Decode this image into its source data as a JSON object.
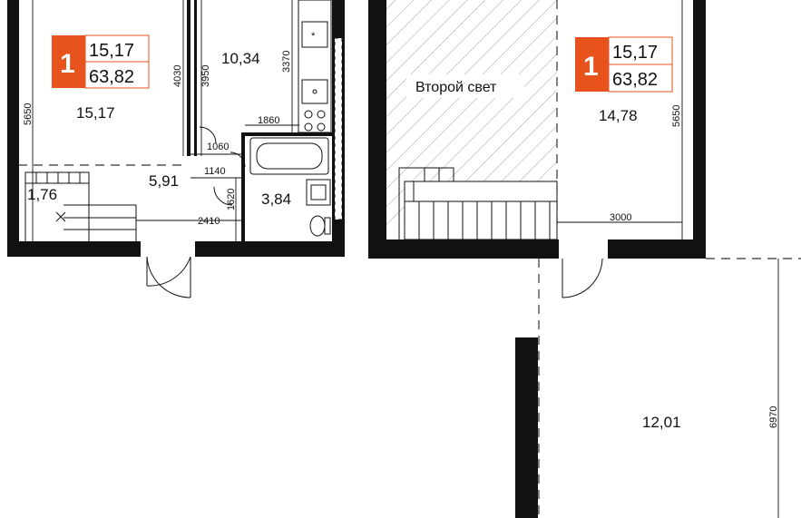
{
  "colors": {
    "accent": "#e8521c",
    "wall": "#111111",
    "accent_border": "#e8521c"
  },
  "left_plan": {
    "badge": {
      "rooms": "1",
      "living_area": "15,17",
      "total_area": "63,82"
    },
    "rooms": {
      "living_room": "15,17",
      "kitchen": "10,34",
      "corridor": "5,91",
      "bathroom": "3,84",
      "stair_room": "1,76"
    },
    "dims": {
      "d5650": "5650",
      "d4030": "4030",
      "d3950": "3950",
      "d3370": "3370",
      "d1860": "1860",
      "d1060": "1060",
      "d1140": "1140",
      "d1620": "1620",
      "d2410": "2410"
    },
    "stove_mark": "*"
  },
  "right_plan": {
    "badge": {
      "rooms": "1",
      "living_area": "15,17",
      "total_area": "63,82"
    },
    "rooms": {
      "bedroom": "14,78",
      "terrace": "12,01"
    },
    "second_light": "Второй свет",
    "dims": {
      "d5650": "5650",
      "d3000": "3000",
      "d6970": "6970"
    }
  },
  "icons": [
    "stove-icon",
    "sink-icon",
    "bathtub-icon",
    "toilet-icon",
    "washbasin-icon",
    "door-icon",
    "stairs-icon"
  ]
}
